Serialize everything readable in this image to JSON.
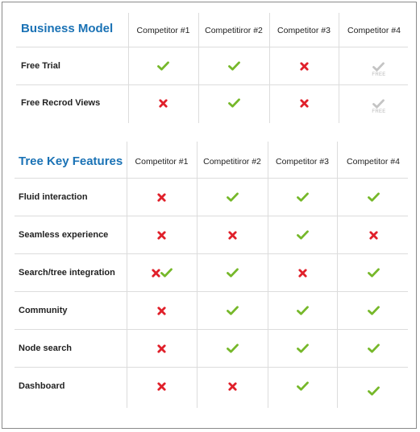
{
  "colors": {
    "accent": "#1a72b5",
    "check": "#76b82a",
    "cross": "#e0202a",
    "free": "#c4c4c4"
  },
  "business_model": {
    "title": "Business Model",
    "columns": [
      "Competitor #1",
      "Competitiror #2",
      "Competitor #3",
      "Competitor #4"
    ],
    "rows": [
      {
        "label": "Free Trial",
        "cells": [
          [
            "check"
          ],
          [
            "check"
          ],
          [
            "cross"
          ],
          [
            "free-check"
          ]
        ]
      },
      {
        "label": "Free Recrod Views",
        "cells": [
          [
            "cross"
          ],
          [
            "check"
          ],
          [
            "cross"
          ],
          [
            "free-check"
          ]
        ]
      }
    ],
    "free_label": "FREE"
  },
  "tree_features": {
    "title": "Tree Key Features",
    "columns": [
      "Competitor #1",
      "Competitiror #2",
      "Competitor #3",
      "Competitor #4"
    ],
    "rows": [
      {
        "label": "Fluid interaction",
        "cells": [
          [
            "cross"
          ],
          [
            "check"
          ],
          [
            "check"
          ],
          [
            "check"
          ]
        ]
      },
      {
        "label": "Seamless experience",
        "cells": [
          [
            "cross"
          ],
          [
            "cross"
          ],
          [
            "check"
          ],
          [
            "cross"
          ]
        ]
      },
      {
        "label": "Search/tree integration",
        "cells": [
          [
            "cross",
            "check"
          ],
          [
            "check"
          ],
          [
            "cross"
          ],
          [
            "check"
          ]
        ]
      },
      {
        "label": "Community",
        "cells": [
          [
            "cross"
          ],
          [
            "check"
          ],
          [
            "check"
          ],
          [
            "check"
          ]
        ]
      },
      {
        "label": "Node search",
        "cells": [
          [
            "cross"
          ],
          [
            "check"
          ],
          [
            "check"
          ],
          [
            "check"
          ]
        ]
      },
      {
        "label": "Dashboard",
        "cells": [
          [
            "cross"
          ],
          [
            "cross"
          ],
          [
            "check"
          ],
          [
            "check"
          ]
        ]
      }
    ]
  }
}
